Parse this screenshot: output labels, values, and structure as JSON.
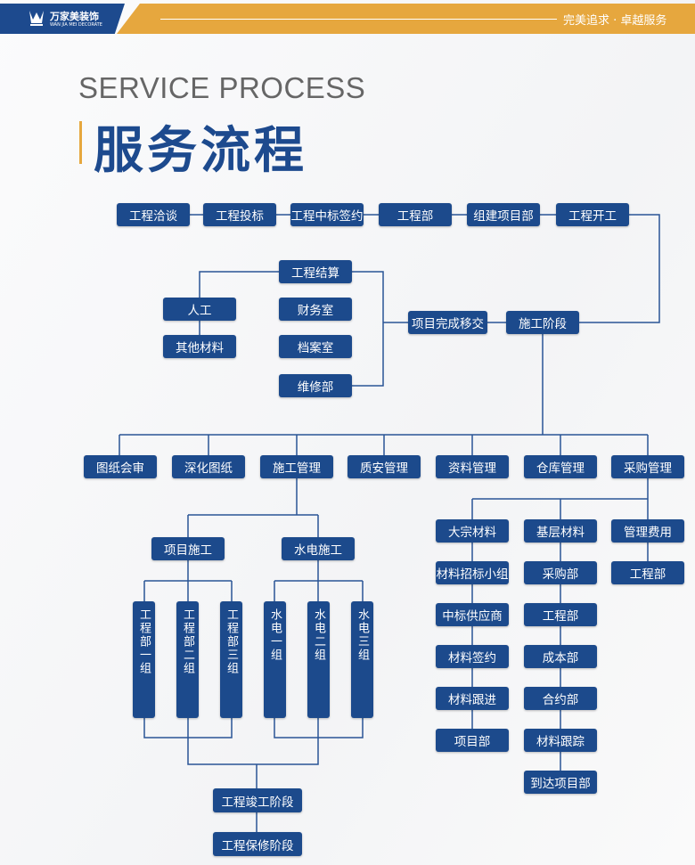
{
  "header": {
    "logo_cn": "万家美装饰",
    "logo_en": "WAN JIA MEI DECORATE",
    "slogan": "完美追求 · 卓越服务"
  },
  "title": {
    "en": "SERVICE PROCESS",
    "cn": "服务流程"
  },
  "colors": {
    "primary": "#1c4a8c",
    "accent": "#e6a73e",
    "line": "#2a5596"
  },
  "flow": {
    "top": [
      "工程洽谈",
      "工程投标",
      "工程中标签约",
      "工程部",
      "组建项目部",
      "工程开工"
    ],
    "settlement": "工程结算",
    "labor": "人工",
    "other_materials": "其他材料",
    "finance": "财务室",
    "archive": "档案室",
    "maintenance": "维修部",
    "handover": "项目完成移交",
    "construction_phase": "施工阶段",
    "departments": [
      "图纸会审",
      "深化图纸",
      "施工管理",
      "质安管理",
      "资料管理",
      "仓库管理",
      "采购管理"
    ],
    "project_construction": "项目施工",
    "plumbing_construction": "水电施工",
    "project_groups": [
      "工程部一组",
      "工程部二组",
      "工程部三组"
    ],
    "plumbing_groups": [
      "水电一组",
      "水电二组",
      "水电三组"
    ],
    "completion": "工程竣工阶段",
    "warranty": "工程保修阶段",
    "bulk_materials": [
      "大宗材料",
      "材料招标小组",
      "中标供应商",
      "材料签约",
      "材料跟进",
      "项目部"
    ],
    "base_materials": [
      "基层材料",
      "采购部",
      "工程部",
      "成本部",
      "合约部",
      "材料跟踪",
      "到达项目部"
    ],
    "management_fees": [
      "管理费用",
      "工程部"
    ]
  }
}
